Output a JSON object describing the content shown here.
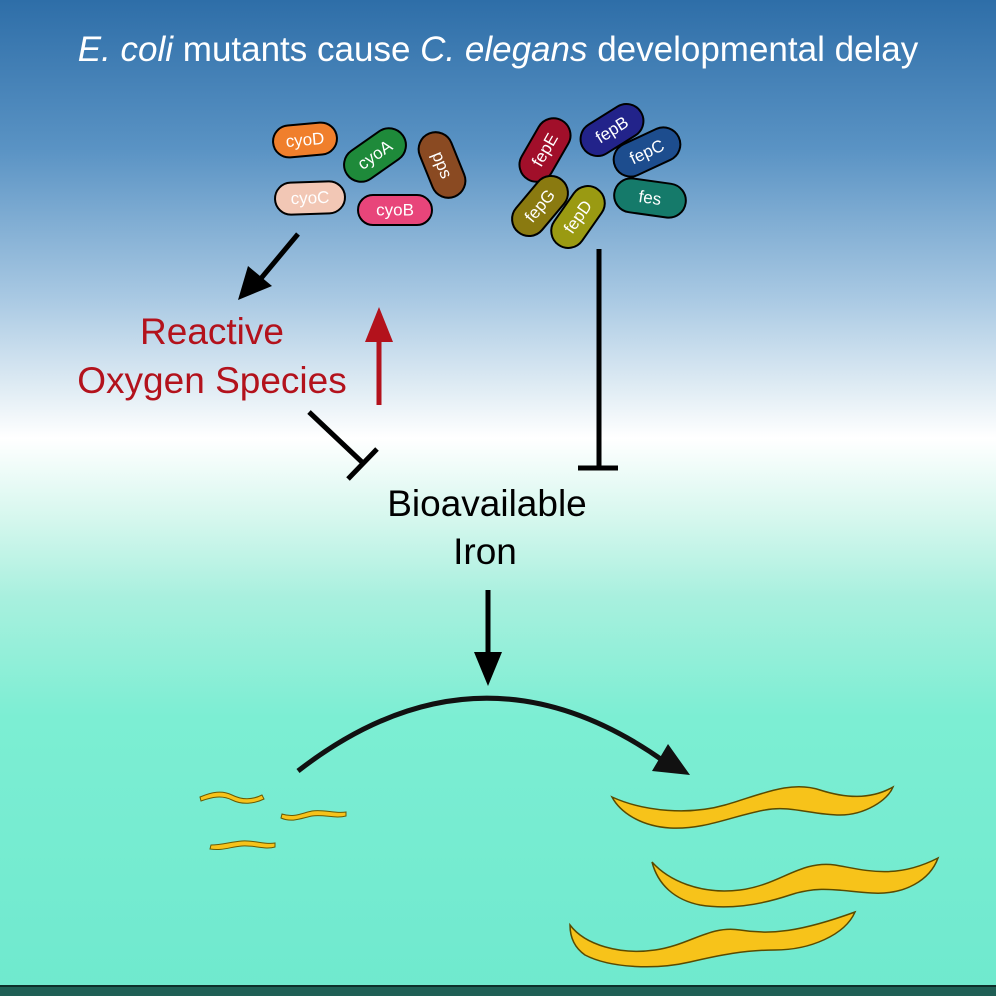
{
  "title": {
    "part1": "E. coli",
    "part2": " mutants cause ",
    "part3": "C. elegans",
    "part4": " developmental delay"
  },
  "cyo_group": [
    {
      "label": "cyoD",
      "color": "#f07f2c"
    },
    {
      "label": "cyoA",
      "color": "#1e8a3a"
    },
    {
      "label": "pps",
      "color": "#8a4a22"
    },
    {
      "label": "cyoC",
      "color": "#f2c7b5"
    },
    {
      "label": "cyoB",
      "color": "#e8457a"
    }
  ],
  "fep_group": [
    {
      "label": "fepE",
      "color": "#a10f2a"
    },
    {
      "label": "fepB",
      "color": "#22238a"
    },
    {
      "label": "fepC",
      "color": "#1d4d8e"
    },
    {
      "label": "fepG",
      "color": "#8a7a10"
    },
    {
      "label": "fepD",
      "color": "#9a9a12"
    },
    {
      "label": "fes",
      "color": "#157a6a"
    }
  ],
  "ros": {
    "line1": "Reactive",
    "line2": "Oxygen Species"
  },
  "iron": {
    "line1": "Bioavailable",
    "line2": "Iron"
  },
  "colors": {
    "worm": "#f7c31a",
    "ros_text": "#b3121c",
    "ros_arrow": "#b3121c"
  }
}
